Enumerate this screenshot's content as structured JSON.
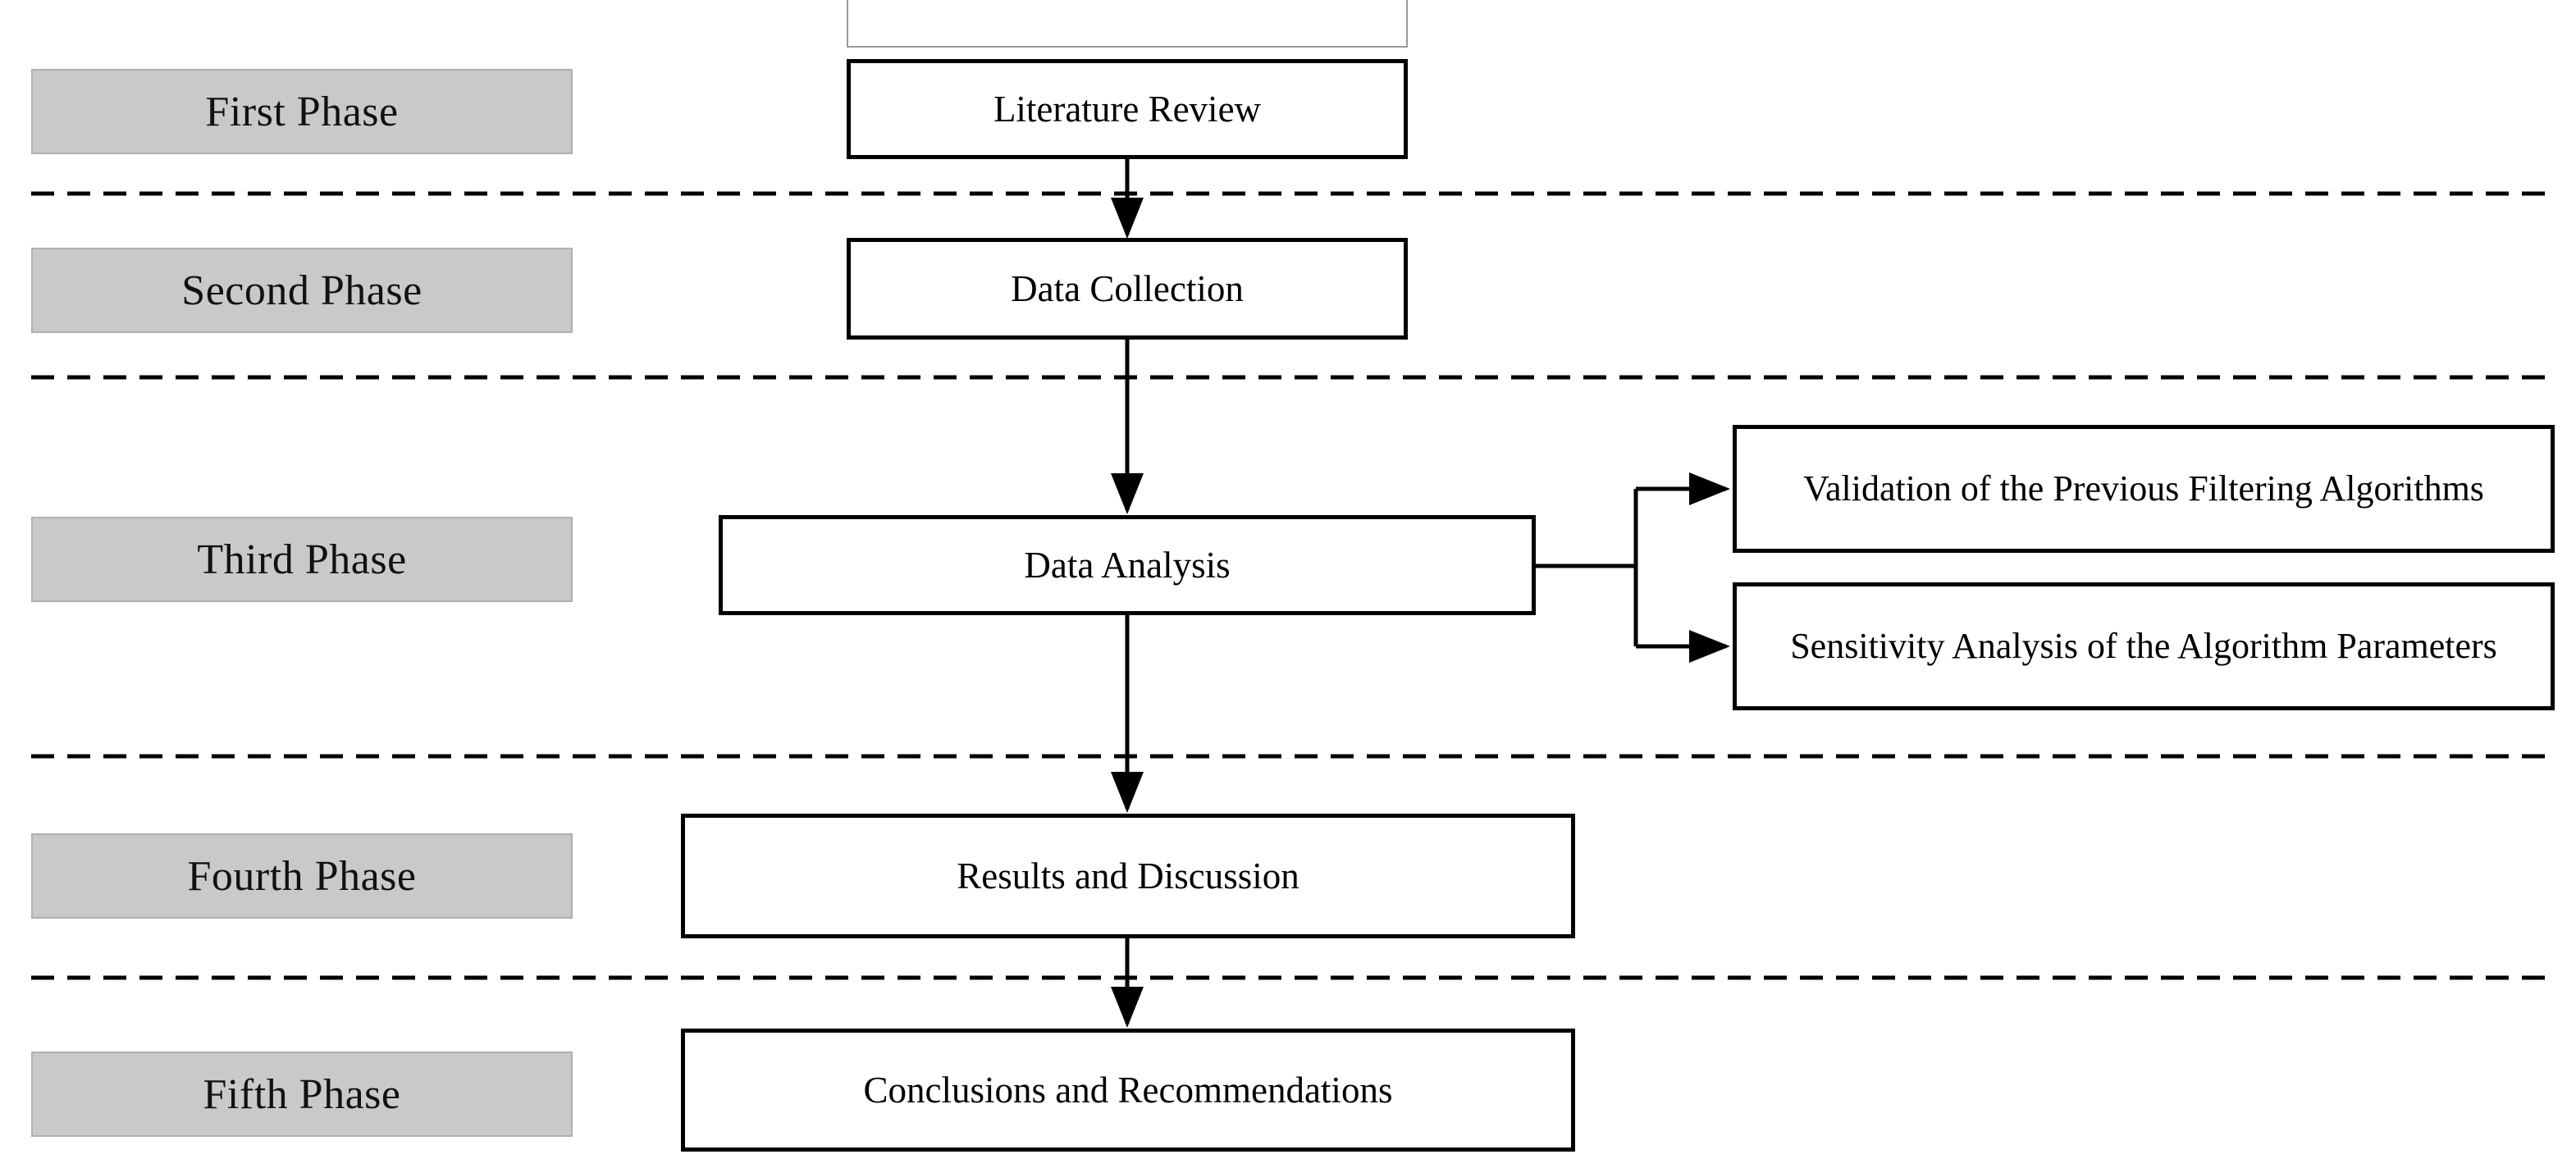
{
  "phases": [
    {
      "label": "First Phase"
    },
    {
      "label": "Second Phase"
    },
    {
      "label": "Third Phase"
    },
    {
      "label": "Fourth Phase"
    },
    {
      "label": "Fifth Phase"
    }
  ],
  "steps": {
    "literature_review": "Literature Review",
    "data_collection": "Data Collection",
    "data_analysis": "Data Analysis",
    "validation": "Validation of the Previous Filtering Algorithms",
    "sensitivity": "Sensitivity Analysis of the Algorithm Parameters",
    "results": "Results and Discussion",
    "conclusions": "Conclusions and Recommendations"
  },
  "colors": {
    "phase_label_fill": "#c9c9c9",
    "box_border": "#000000",
    "divider": "#000000"
  }
}
